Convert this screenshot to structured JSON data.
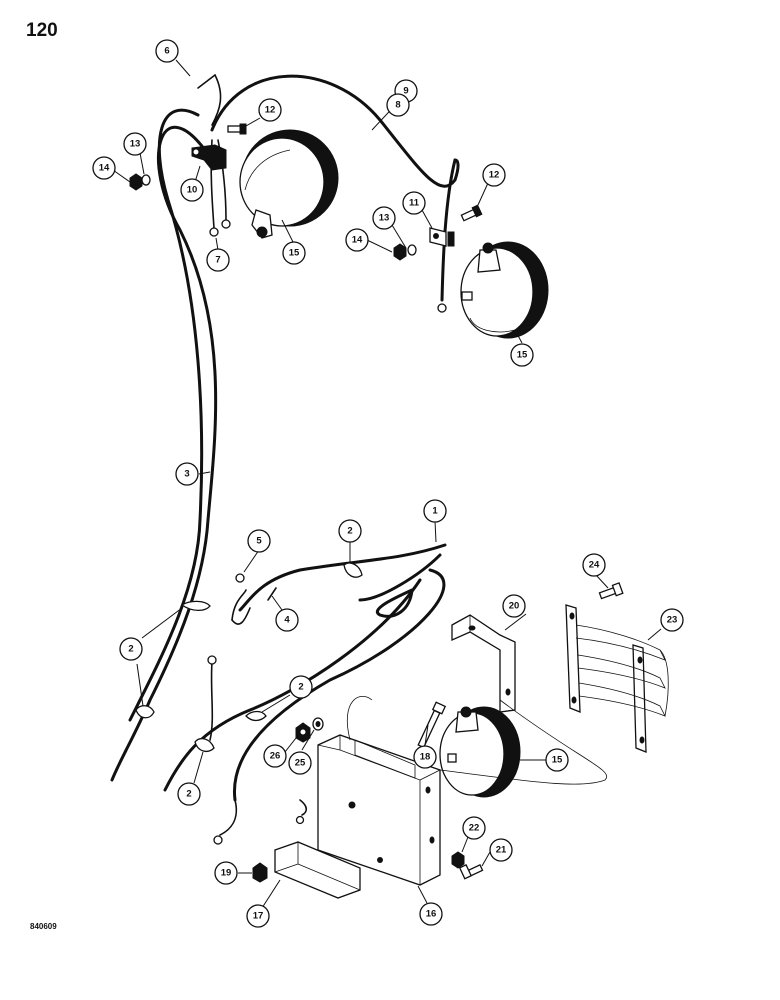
{
  "page": {
    "number": "120",
    "figure_code": "840609"
  },
  "callouts": [
    {
      "id": "callout-6",
      "label": "6"
    },
    {
      "id": "callout-9",
      "label": "9"
    },
    {
      "id": "callout-8",
      "label": "8"
    },
    {
      "id": "callout-12a",
      "label": "12"
    },
    {
      "id": "callout-13a",
      "label": "13"
    },
    {
      "id": "callout-14a",
      "label": "14"
    },
    {
      "id": "callout-10",
      "label": "10"
    },
    {
      "id": "callout-7",
      "label": "7"
    },
    {
      "id": "callout-15a",
      "label": "15"
    },
    {
      "id": "callout-12b",
      "label": "12"
    },
    {
      "id": "callout-11",
      "label": "11"
    },
    {
      "id": "callout-13b",
      "label": "13"
    },
    {
      "id": "callout-14b",
      "label": "14"
    },
    {
      "id": "callout-15b",
      "label": "15"
    },
    {
      "id": "callout-3",
      "label": "3"
    },
    {
      "id": "callout-1",
      "label": "1"
    },
    {
      "id": "callout-2a",
      "label": "2"
    },
    {
      "id": "callout-5",
      "label": "5"
    },
    {
      "id": "callout-4",
      "label": "4"
    },
    {
      "id": "callout-24",
      "label": "24"
    },
    {
      "id": "callout-20",
      "label": "20"
    },
    {
      "id": "callout-23",
      "label": "23"
    },
    {
      "id": "callout-2b",
      "label": "2"
    },
    {
      "id": "callout-2c",
      "label": "2"
    },
    {
      "id": "callout-18",
      "label": "18"
    },
    {
      "id": "callout-15c",
      "label": "15"
    },
    {
      "id": "callout-26",
      "label": "26"
    },
    {
      "id": "callout-25",
      "label": "25"
    },
    {
      "id": "callout-2d",
      "label": "2"
    },
    {
      "id": "callout-22",
      "label": "22"
    },
    {
      "id": "callout-21",
      "label": "21"
    },
    {
      "id": "callout-19",
      "label": "19"
    },
    {
      "id": "callout-17",
      "label": "17"
    },
    {
      "id": "callout-16",
      "label": "16"
    }
  ]
}
